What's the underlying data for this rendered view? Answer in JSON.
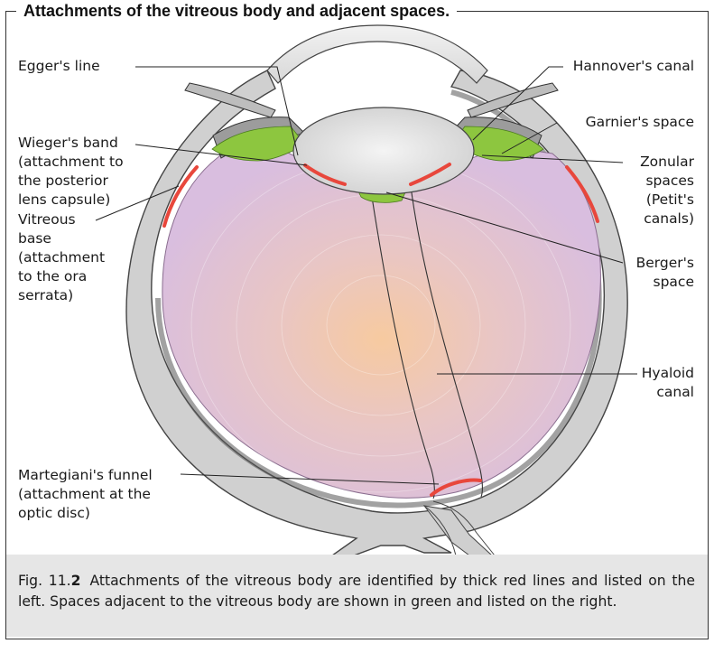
{
  "title": "Attachments of the vitreous body and adjacent spaces.",
  "labels_left": {
    "eggers_line": "Egger's line",
    "wiegers_band": "Wieger's band\n(attachment to\nthe posterior\nlens capsule)",
    "vitreous_base": "Vitreous\nbase\n(attachment\nto the ora\nserrata)",
    "martegianis_funnel": "Martegiani's funnel\n(attachment at the\noptic disc)"
  },
  "labels_right": {
    "hannovers_canal": "Hannover's canal",
    "garniers_space": "Garnier's space",
    "zonular_spaces": "Zonular\nspaces\n(Petit's\ncanals)",
    "bergers_space": "Berger's\nspace",
    "hyaloid_canal": "Hyaloid\ncanal"
  },
  "caption": {
    "fig_prefix": "Fig. 11.",
    "fig_number": "2",
    "text": "Attachments of the vitreous body are identified by thick red lines and listed on the left. Spaces adjacent to the vitreous body are shown in green and listed on the right."
  },
  "colors": {
    "attachment_red": "#e8473c",
    "space_green": "#8dc63f",
    "vitreous_pink": "#dcc0de",
    "vitreous_center": "#f7caa0",
    "sclera_gray": "#c8c8c8",
    "caption_bg": "#e6e6e6"
  }
}
